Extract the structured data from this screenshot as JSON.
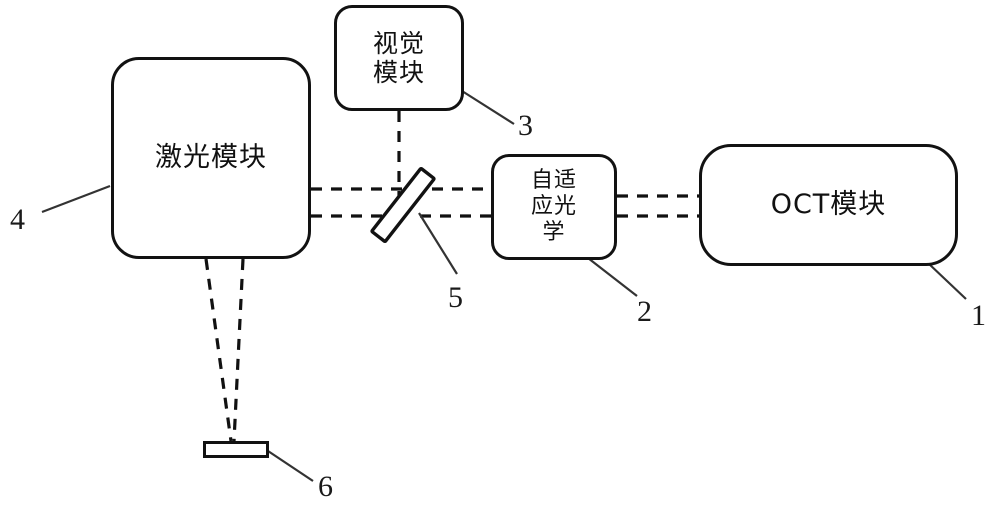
{
  "diagram": {
    "title": "Optical system block diagram",
    "background_color": "#ffffff",
    "stroke_color": "#121212",
    "modules": [
      {
        "id": "laser",
        "label": "激光模块",
        "ref": "4"
      },
      {
        "id": "vision",
        "label": "视觉\n模块",
        "ref": "3"
      },
      {
        "id": "adaptive",
        "label": "自适\n应光\n学",
        "ref": "2"
      },
      {
        "id": "oct",
        "label": "OCT模块",
        "ref": "1"
      }
    ],
    "components": [
      {
        "id": "beamsplitter",
        "label": "",
        "ref": "5",
        "shape": "tilted-rectangle"
      },
      {
        "id": "sample",
        "label": "",
        "ref": "6",
        "shape": "thin-rectangle"
      }
    ],
    "reference_numbers": {
      "oct": "1",
      "adaptive_optics": "2",
      "vision": "3",
      "laser": "4",
      "beam_splitter": "5",
      "sample": "6"
    }
  }
}
